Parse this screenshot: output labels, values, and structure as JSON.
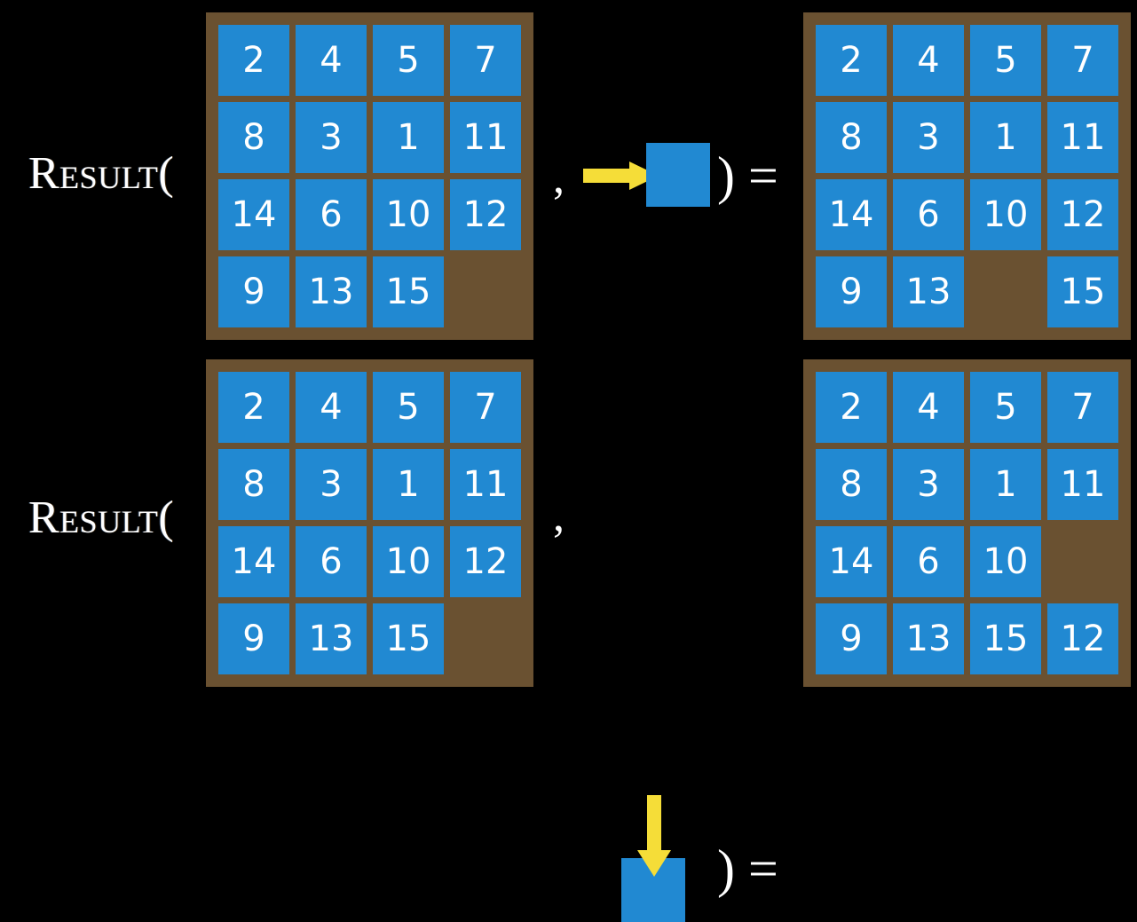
{
  "page": {
    "background_color": "#000000",
    "tile_color": "#2189d2",
    "board_color": "#6a5131",
    "arrow_color": "#f5dd38",
    "text_color": "#ffffff"
  },
  "rows": [
    {
      "id": "row-1",
      "label": "Result(",
      "comma": ",",
      "paren_eq": ") =",
      "move": {
        "icon": "arrow-right-icon",
        "direction": "right",
        "label": "move right"
      },
      "input_board": {
        "caption": "input-state",
        "cells": [
          [
            "2",
            "4",
            "5",
            "7"
          ],
          [
            "8",
            "3",
            "1",
            "11"
          ],
          [
            "14",
            "6",
            "10",
            "12"
          ],
          [
            "9",
            "13",
            "15",
            ""
          ]
        ]
      },
      "output_board": {
        "caption": "output-state",
        "cells": [
          [
            "2",
            "4",
            "5",
            "7"
          ],
          [
            "8",
            "3",
            "1",
            "11"
          ],
          [
            "14",
            "6",
            "10",
            "12"
          ],
          [
            "9",
            "13",
            "",
            "15"
          ]
        ]
      }
    },
    {
      "id": "row-2",
      "label": "Result(",
      "comma": ",",
      "paren_eq": ") =",
      "move": {
        "icon": "arrow-down-icon",
        "direction": "down",
        "label": "move down"
      },
      "input_board": {
        "caption": "input-state",
        "cells": [
          [
            "2",
            "4",
            "5",
            "7"
          ],
          [
            "8",
            "3",
            "1",
            "11"
          ],
          [
            "14",
            "6",
            "10",
            "12"
          ],
          [
            "9",
            "13",
            "15",
            ""
          ]
        ]
      },
      "output_board": {
        "caption": "output-state",
        "cells": [
          [
            "2",
            "4",
            "5",
            "7"
          ],
          [
            "8",
            "3",
            "1",
            "11"
          ],
          [
            "14",
            "6",
            "10",
            ""
          ],
          [
            "9",
            "13",
            "15",
            "12"
          ]
        ]
      }
    }
  ]
}
